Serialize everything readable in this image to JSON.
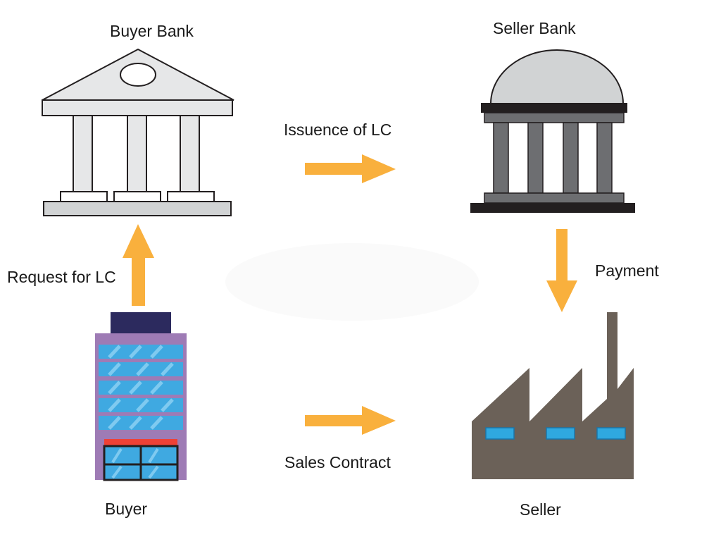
{
  "labels": {
    "buyer_bank": "Buyer Bank",
    "seller_bank": "Seller Bank",
    "issuance": "Issuence of LC",
    "request": "Request for LC",
    "payment": "Payment",
    "sales_contract": "Sales Contract",
    "buyer": "Buyer",
    "seller": "Seller"
  },
  "colors": {
    "arrow": "#f9b03d",
    "buyer_bank_fill": "#e6e7e8",
    "seller_bank_dome": "#d1d3d4",
    "seller_bank_column": "#6d6e71",
    "seller_bank_dark": "#231f20",
    "building_frame": "#9e7bb5",
    "building_roof": "#2c2a5e",
    "building_glass": "#3fa9e1",
    "building_awning": "#ef4136",
    "factory": "#6b6158",
    "factory_window": "#2fa8df"
  },
  "icons": [
    "buyer-bank-icon",
    "seller-bank-icon",
    "buyer-building-icon",
    "seller-factory-icon"
  ]
}
